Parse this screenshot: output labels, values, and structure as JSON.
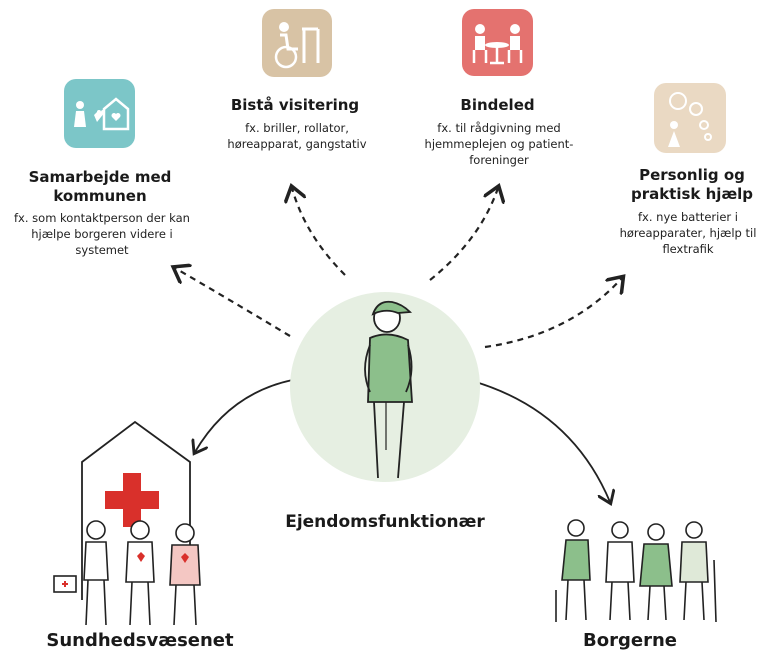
{
  "nodes": {
    "samarbejde": {
      "title": "Samarbejde med kommunen",
      "desc": "fx. som kontaktperson der kan hjælpe borgeren videre i systemet",
      "icon": "house-people-icon",
      "color": "#7cc6c8"
    },
    "visitering": {
      "title": "Bistå visitering",
      "desc": "fx. briller, rollator, høreapparat, gangstativ",
      "icon": "wheelchair-walker-icon",
      "color": "#d8c3a5"
    },
    "bindeled": {
      "title": "Bindeled",
      "desc": "fx. til rådgivning med hjemmeplejen og patient-foreninger",
      "icon": "meeting-table-icon",
      "color": "#e4726f"
    },
    "praktisk": {
      "title": "Personlig og praktisk hjælp",
      "desc": "fx. nye batterier i høreapparater, hjælp til flextrafik",
      "icon": "thought-bubble-icon",
      "color": "#ead9c3"
    }
  },
  "center": {
    "label": "Ejendomsfunktionær",
    "color": "#e6efe2",
    "person_color": "#8cbf8b"
  },
  "bottom_left": {
    "label": "Sundhedsvæsenet",
    "cross_color": "#d9302b"
  },
  "bottom_right": {
    "label": "Borgerne"
  }
}
